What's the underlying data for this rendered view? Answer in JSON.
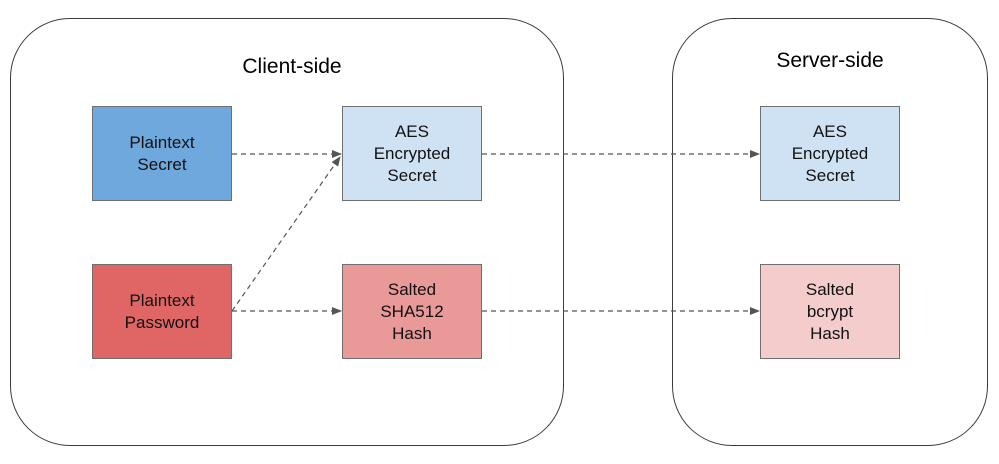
{
  "regions": {
    "client": {
      "title": "Client-side"
    },
    "server": {
      "title": "Server-side"
    }
  },
  "nodes": {
    "plaintext_secret": {
      "label": "Plaintext\nSecret",
      "fill": "#6fa8dc"
    },
    "plaintext_password": {
      "label": "Plaintext\nPassword",
      "fill": "#e06666"
    },
    "client_aes_secret": {
      "label": "AES\nEncrypted\nSecret",
      "fill": "#cfe2f3"
    },
    "client_salted_sha512": {
      "label": "Salted\nSHA512\nHash",
      "fill": "#ea9999"
    },
    "server_aes_secret": {
      "label": "AES\nEncrypted\nSecret",
      "fill": "#cfe2f3"
    },
    "server_salted_bcrypt": {
      "label": "Salted\nbcrypt\nHash",
      "fill": "#f4cccc"
    }
  },
  "edge_style": {
    "color": "#555555",
    "dashed": true
  }
}
